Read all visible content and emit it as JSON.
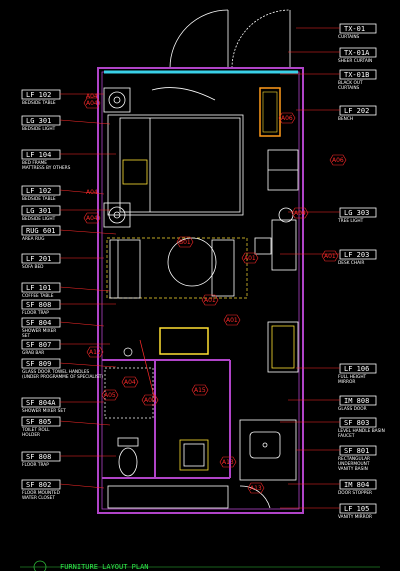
{
  "colors": {
    "background": "#000000",
    "wall": "#b044c8",
    "furniture": "#ffffff",
    "leader": "#ff2a2a",
    "highlight_yellow": "#ffe033",
    "highlight_orange": "#ff9a1a",
    "glass": "#3ad0e8",
    "title": "#2ee84a",
    "dim_green": "#2ebf3a"
  },
  "left_tags": [
    {
      "code": "LF 102",
      "desc": [
        "BEDSIDE TABLE"
      ],
      "ref": "A04"
    },
    {
      "code": "LG 301",
      "desc": [
        "BEDSIDE LIGHT"
      ],
      "ref": ""
    },
    {
      "code": "LF 104",
      "desc": [
        "BED FRAME",
        "MATTRESS BY OTHERS"
      ],
      "ref": ""
    },
    {
      "code": "LF 102",
      "desc": [
        "BEDSIDE TABLE"
      ],
      "ref": "A04"
    },
    {
      "code": "LG 301",
      "desc": [
        "BEDSIDE LIGHT"
      ],
      "ref": ""
    },
    {
      "code": "RUG 601",
      "desc": [
        "AREA RUG"
      ],
      "ref": ""
    },
    {
      "code": "LF 201",
      "desc": [
        "SOFA BED"
      ],
      "ref": ""
    },
    {
      "code": "LF 101",
      "desc": [
        "COFFEE TABLE"
      ],
      "ref": ""
    },
    {
      "code": "SF 808",
      "desc": [
        "FLOOR TRAP"
      ],
      "ref": ""
    },
    {
      "code": "SF 804",
      "desc": [
        "SHOWER MIXER",
        "SET"
      ],
      "ref": ""
    },
    {
      "code": "SF 807",
      "desc": [
        "GRAB BAR"
      ],
      "ref": ""
    },
    {
      "code": "SF 809",
      "desc": [
        "GLASS DOOR TOWEL HANDLES",
        "(UNDER PROGRAMME OF SPECIALIST)"
      ],
      "ref": ""
    },
    {
      "code": "SF 804A",
      "desc": [
        "SHOWER MIXER SET"
      ],
      "ref": ""
    },
    {
      "code": "SF 805",
      "desc": [
        "TOILET ROLL",
        "HOLDER"
      ],
      "ref": ""
    },
    {
      "code": "SF 808",
      "desc": [
        "FLOOR TRAP"
      ],
      "ref": ""
    },
    {
      "code": "SF 802",
      "desc": [
        "FLOOR MOUNTED",
        "WATER CLOSET"
      ],
      "ref": ""
    }
  ],
  "right_tags": [
    {
      "code": "TX-01",
      "desc": [
        "CURTAINS"
      ]
    },
    {
      "code": "TX-01A",
      "desc": [
        "SHEER CURTAIN"
      ]
    },
    {
      "code": "TX-01B",
      "desc": [
        "BLACK OUT",
        "CURTAINS"
      ]
    },
    {
      "code": "LF 202",
      "desc": [
        "BENCH"
      ]
    },
    {
      "code": "LG 303",
      "desc": [
        "TREE LIGHT"
      ]
    },
    {
      "code": "LF 203",
      "desc": [
        "DESK CHAIR"
      ]
    },
    {
      "code": "LF 106",
      "desc": [
        "FULL HEIGHT",
        "MIRROR"
      ]
    },
    {
      "code": "IM 808",
      "desc": [
        "GLASS DOOR"
      ]
    },
    {
      "code": "SF 803",
      "desc": [
        "LEVEL HANDLE BASIN",
        "FAUCET"
      ]
    },
    {
      "code": "SF 801",
      "desc": [
        "RECTANGULAR",
        "UNDERMOUNT",
        "VANITY BASIN"
      ]
    },
    {
      "code": "IM 804",
      "desc": [
        "DOOR STOPPER"
      ]
    },
    {
      "code": "LF 105",
      "desc": [
        "VANITY MIRROR"
      ]
    }
  ],
  "plan_refs": [
    "A04",
    "A04",
    "A06",
    "A06",
    "A04",
    "B01",
    "A01",
    "A01",
    "A01",
    "A01",
    "A12",
    "A04",
    "A05",
    "A09",
    "A15",
    "A13",
    "A13"
  ],
  "title": "FURNITURE LAYOUT PLAN"
}
